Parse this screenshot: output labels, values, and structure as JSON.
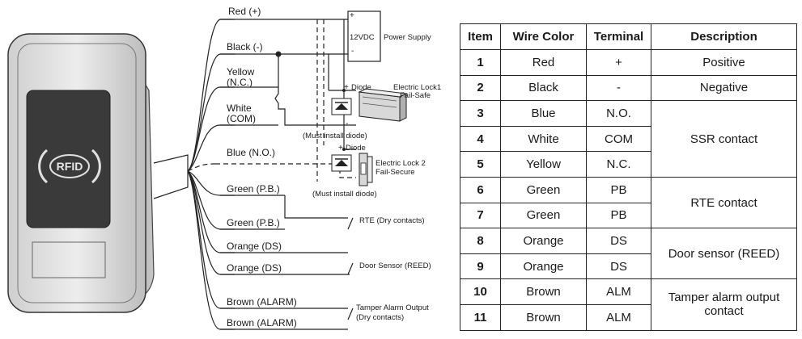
{
  "device": {
    "logo_text": "RFID"
  },
  "wires": {
    "red": "Red (+)",
    "black": "Black (-)",
    "yellow_line1": "Yellow",
    "yellow_line2": "(N.C.)",
    "white_line1": "White",
    "white_line2": "(COM)",
    "blue": "Blue (N.O.)",
    "green1": "Green (P.B.)",
    "green2": "Green (P.B.)",
    "orange1": "Orange (DS)",
    "orange2": "Orange (DS)",
    "brown1": "Brown (ALARM)",
    "brown2": "Brown (ALARM)"
  },
  "components": {
    "power_supply": "12VDC",
    "power_supply_caption": "Power Supply",
    "plus": "+",
    "minus": "-",
    "diode": "Diode",
    "lock1_line1": "Electric Lock1",
    "lock1_line2": "Fail-Safe",
    "lock2_line1": "Electric Lock 2",
    "lock2_line2": "Fail-Secure",
    "must_install_diode": "(Must install diode)",
    "rte": "RTE (Dry contacts)",
    "door_sensor": "Door Sensor (REED)",
    "tamper_line1": "Tamper Alarm Output",
    "tamper_line2": "(Dry contacts)"
  },
  "table": {
    "headers": [
      "Item",
      "Wire Color",
      "Terminal",
      "Description"
    ],
    "rows": [
      {
        "item": "1",
        "color": "Red",
        "terminal": "+",
        "description": "Positive"
      },
      {
        "item": "2",
        "color": "Black",
        "terminal": "-",
        "description": "Negative"
      },
      {
        "item": "3",
        "color": "Blue",
        "terminal": "N.O.",
        "description": "SSR contact"
      },
      {
        "item": "4",
        "color": "White",
        "terminal": "COM"
      },
      {
        "item": "5",
        "color": "Yellow",
        "terminal": "N.C."
      },
      {
        "item": "6",
        "color": "Green",
        "terminal": "PB",
        "description": "RTE contact"
      },
      {
        "item": "7",
        "color": "Green",
        "terminal": "PB"
      },
      {
        "item": "8",
        "color": "Orange",
        "terminal": "DS",
        "description": "Door sensor (REED)"
      },
      {
        "item": "9",
        "color": "Orange",
        "terminal": "DS"
      },
      {
        "item": "10",
        "color": "Brown",
        "terminal": "ALM",
        "description_line1": "Tamper alarm output",
        "description_line2": "contact"
      },
      {
        "item": "11",
        "color": "Brown",
        "terminal": "ALM"
      }
    ]
  }
}
